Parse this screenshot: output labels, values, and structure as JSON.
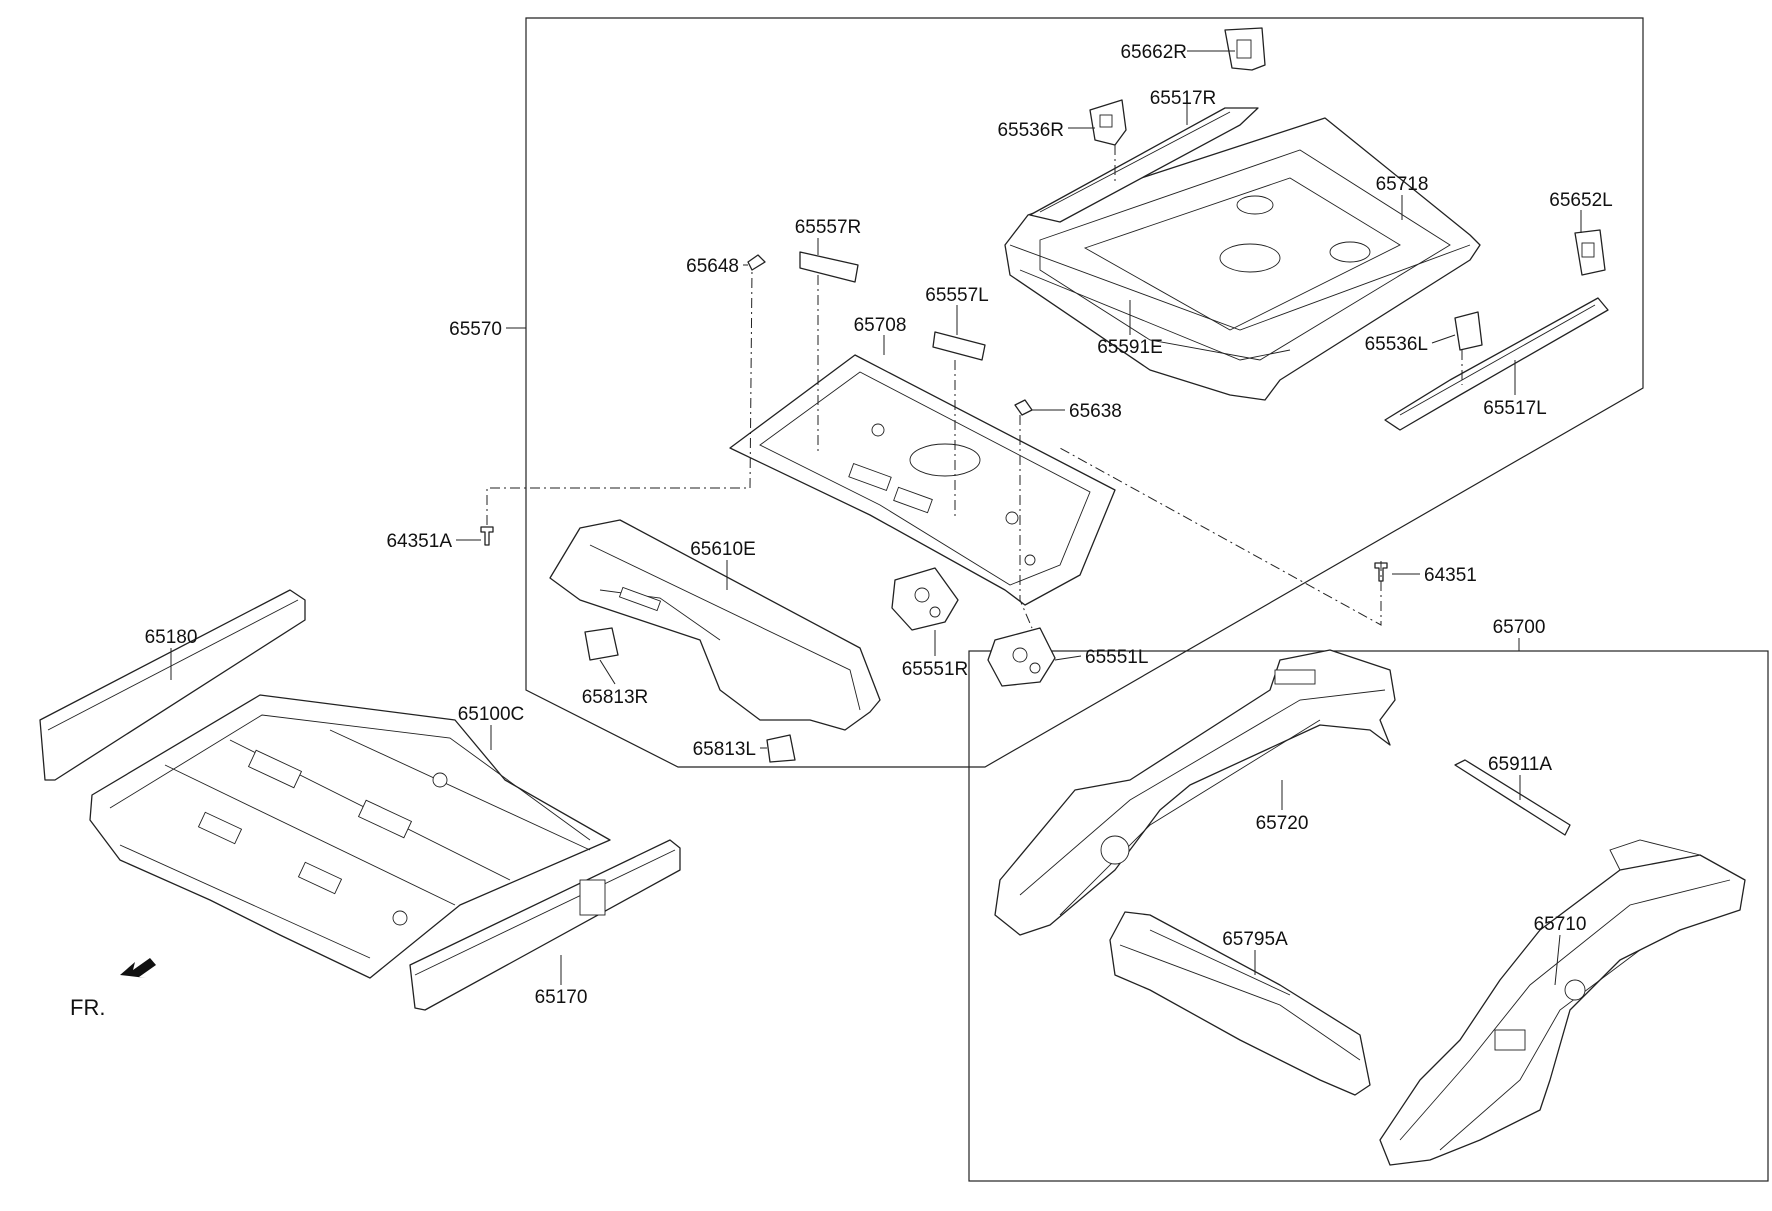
{
  "diagram": {
    "orientation_label": "FR.",
    "labels": {
      "p65662R": "65662R",
      "p65517R": "65517R",
      "p65536R": "65536R",
      "p65718": "65718",
      "p65652L": "65652L",
      "p65557R": "65557R",
      "p65648": "65648",
      "p65557L": "65557L",
      "p65708": "65708",
      "p65570": "65570",
      "p65591E": "65591E",
      "p65536L": "65536L",
      "p65638": "65638",
      "p65517L": "65517L",
      "p64351A": "64351A",
      "p65610E": "65610E",
      "p64351": "64351",
      "p65700": "65700",
      "p65180": "65180",
      "p65551R": "65551R",
      "p65551L": "65551L",
      "p65100C": "65100C",
      "p65813R": "65813R",
      "p65813L": "65813L",
      "p65911A": "65911A",
      "p65720": "65720",
      "p65795A": "65795A",
      "p65710": "65710",
      "p65170": "65170"
    }
  }
}
